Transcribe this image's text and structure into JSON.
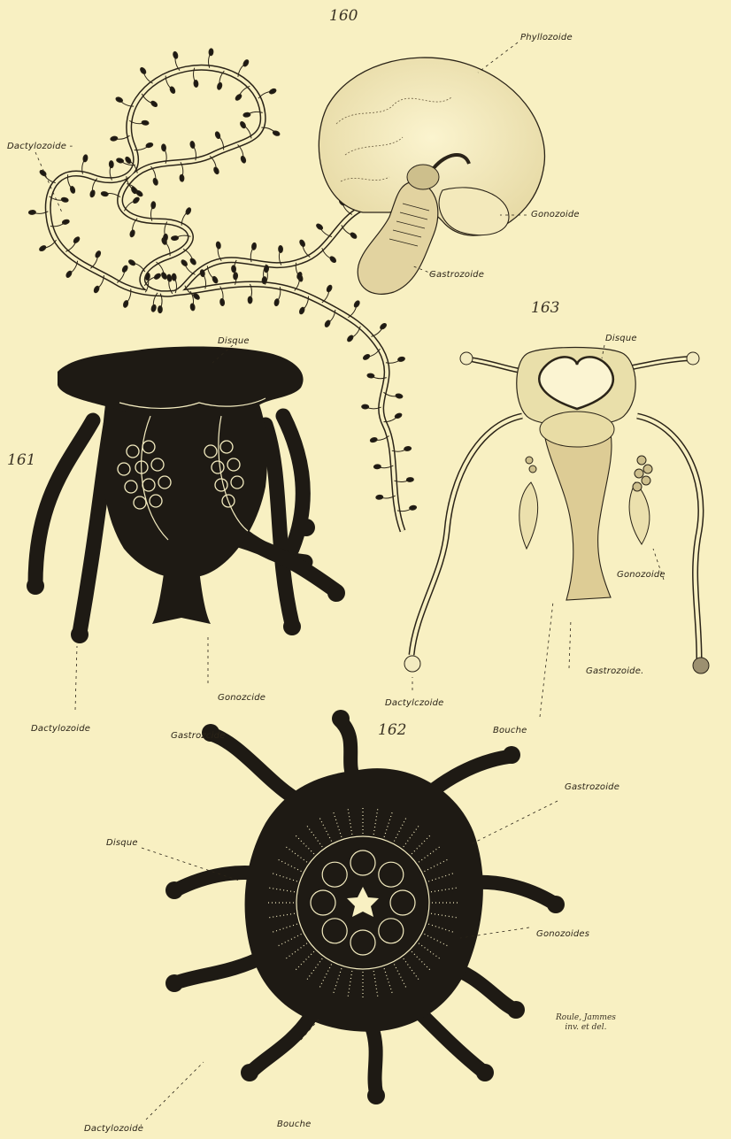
{
  "figures": {
    "fig160": {
      "number": "160",
      "labels": {
        "phyllozoide": "Phyllozoide",
        "dactylozoide": "Dactylozoide -",
        "gonozoide": "Gonozoide",
        "gastrozoide": "Gastrozoide"
      }
    },
    "fig161": {
      "number": "161",
      "labels": {
        "disque": "Disque",
        "dactylozoide": "Dactylozoide",
        "gonozoide": "Gonozcide",
        "gastrozoide": "Gastrozcide"
      }
    },
    "fig162": {
      "number": "162",
      "labels": {
        "gastrozoide": "Gastrozoide",
        "disque": "Disque",
        "gonozoides": "Gonozoides",
        "dactylozoide": "Dactylozoidė",
        "bouche": "Bouche"
      }
    },
    "fig163": {
      "number": "163",
      "labels": {
        "disque": "Disque",
        "gonozoide": "Gonozoide",
        "dactylozoide": "Dactylczoide",
        "gastrozoide": "Gastrozoide.",
        "bouche": "Bouche"
      }
    }
  },
  "signature": {
    "line1": "Roule, Jammes",
    "line2": "inv. et del."
  },
  "colors": {
    "paper": "#f8f0c2",
    "ink": "#1e1a14"
  }
}
